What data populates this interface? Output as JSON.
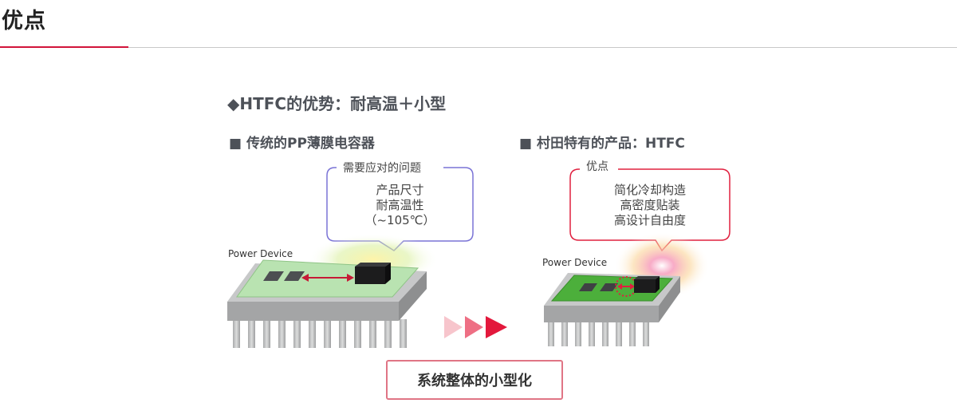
{
  "page": {
    "title": "优点"
  },
  "diagram": {
    "heading": "◆HTFC的优势：耐高温＋小型",
    "left": {
      "title": "■  传统的PP薄膜电容器",
      "callout_label": "需要应对的问题",
      "callout_lines": [
        "产品尺寸",
        "耐高温性",
        "（~105℃）"
      ],
      "device_label": "Power Device",
      "callout_color": "#7a73d6"
    },
    "right": {
      "title": "■  村田特有的产品：HTFC",
      "callout_label": "优点",
      "callout_lines": [
        "简化冷却构造",
        "高密度贴装",
        "高设计自由度"
      ],
      "device_label": "Power Device",
      "callout_color": "#e0203f"
    },
    "result": "系统整体的小型化",
    "colors": {
      "accent": "#d2143a",
      "arrow_light": "#f7c5cc",
      "arrow_mid": "#ee6f84",
      "arrow_dark": "#e3183c",
      "board_left": "#b9e3b1",
      "board_right": "#4caf3b"
    }
  }
}
